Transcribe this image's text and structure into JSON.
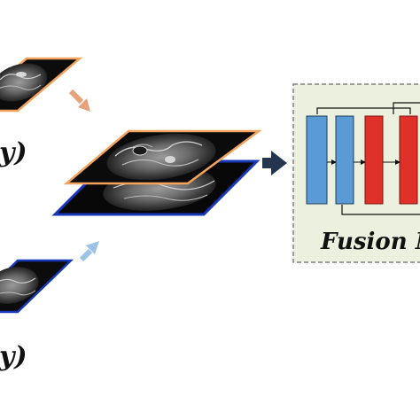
{
  "labels": {
    "top_input": "y)",
    "bottom_input": "y)",
    "module_title": "Fusion N"
  },
  "colors": {
    "orange_frame": "#f4a35f",
    "blue_frame": "#1736b8",
    "orange_arrow": "#e8a27a",
    "blue_arrow": "#9cc3e6",
    "navy_arrow": "#24364f",
    "module_bg": "#ebf1de",
    "module_border": "#7f7f7f",
    "block_blue": "#5b9bd5",
    "block_red": "#e0302a"
  }
}
